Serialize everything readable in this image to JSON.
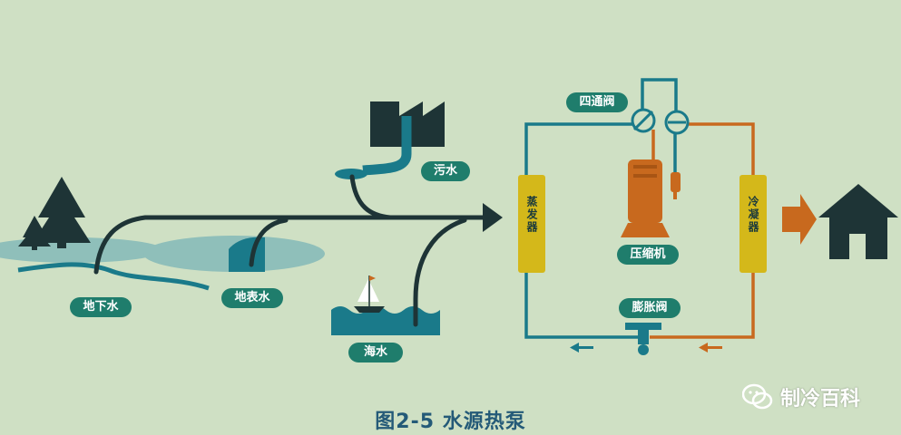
{
  "labels": {
    "groundwater": "地下水",
    "surface_water": "地表水",
    "sewage": "污水",
    "seawater": "海水",
    "four_way_valve": "四通阀",
    "compressor": "压缩机",
    "expansion_valve": "膨胀阀",
    "evaporator": "蒸发器",
    "condenser": "冷凝器"
  },
  "caption": "图2-5 水源热泵",
  "watermark": "制冷百科",
  "colors": {
    "background": "#cfe0c4",
    "dark": "#1e3436",
    "water": "#8fbfba",
    "teal": "#1a7a8a",
    "orange": "#c8691e",
    "coil": "#d4b81a",
    "tag": "#1f7d6c"
  }
}
